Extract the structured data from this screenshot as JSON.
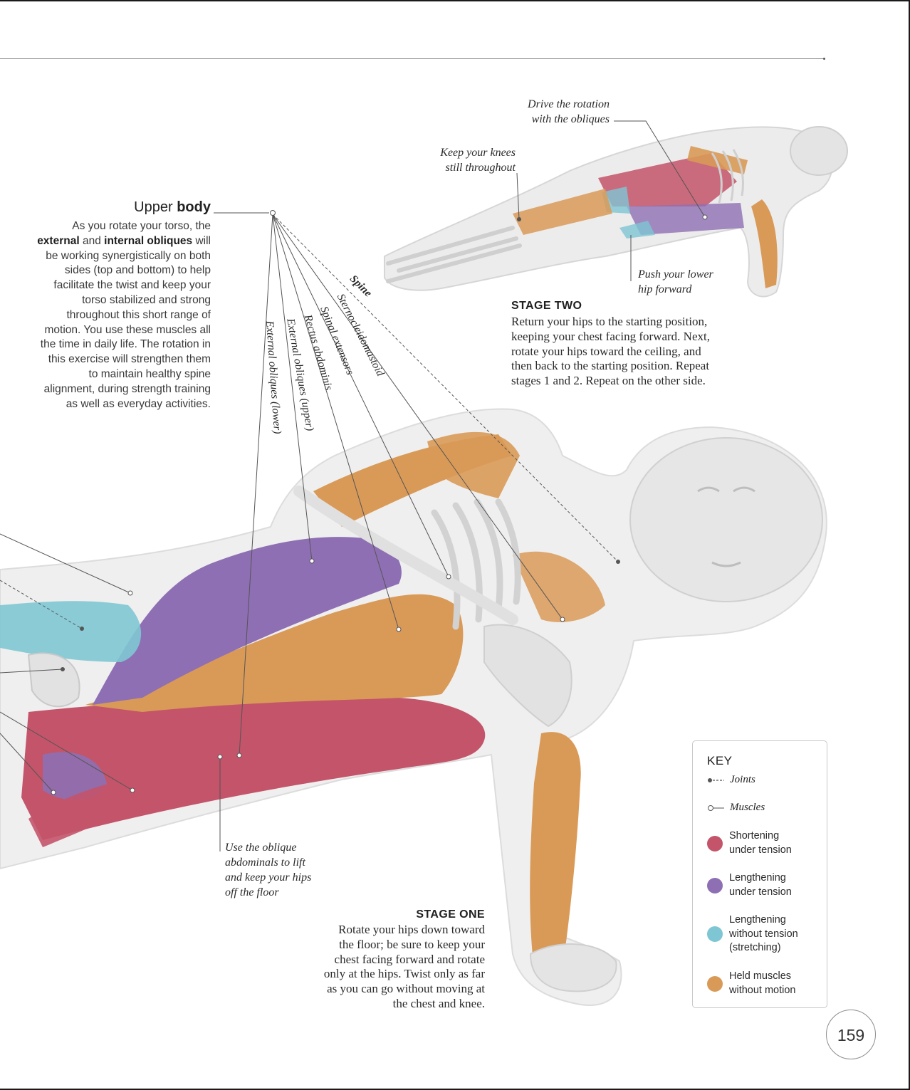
{
  "page": {
    "number": "159"
  },
  "upper_body": {
    "title_light": "Upper",
    "title_bold": "body",
    "text_1": "As you rotate your torso, the",
    "text_bold_1": "external",
    "text_2": "and",
    "text_bold_2": "internal obliques",
    "text_3": "will be working synergistically on both sides (top and bottom) to help facilitate the twist and keep your torso stabilized and strong throughout this short range of motion. You use these muscles all the time in daily life. The rotation in this exercise will strengthen them to maintain healthy spine alignment, during strength training as well as everyday activities."
  },
  "labels": {
    "drive_rotation": [
      "Drive the rotation",
      "with the obliques"
    ],
    "keep_knees": [
      "Keep your knees",
      "still throughout"
    ],
    "push_hip": [
      "Push your lower",
      "hip forward"
    ],
    "use_obliques": [
      "Use the oblique",
      "abdominals to lift",
      "and keep your hips",
      "off the floor"
    ],
    "spine": "Spine",
    "sternocleidomastoid": "Sternocleidomastoid",
    "spinal_extensors": "Spinal extensors",
    "rectus_abdominis": "Rectus abdominis",
    "external_obliques_upper": "External obliques (upper)",
    "external_obliques_lower": "External obliques (lower)"
  },
  "stage_two": {
    "title": "STAGE TWO",
    "lines": [
      "Return your hips to the starting position,",
      "keeping your chest facing forward. Next,",
      "rotate your hips toward the ceiling, and",
      "then back to the starting position. Repeat",
      "stages 1 and 2. Repeat on the other side."
    ]
  },
  "stage_one": {
    "title": "STAGE ONE",
    "lines": [
      "Rotate your hips down toward",
      "the floor; be sure to keep your",
      "chest facing forward and rotate",
      "only at the hips. Twist only as far",
      "as you can go without moving at",
      "the chest and knee."
    ]
  },
  "key": {
    "title": "KEY",
    "joints": "Joints",
    "muscles": "Muscles",
    "items": [
      {
        "line1": "Shortening",
        "line2": "under tension",
        "line3": "",
        "color": "#c4546a"
      },
      {
        "line1": "Lengthening",
        "line2": "under tension",
        "line3": "",
        "color": "#8e6fb3"
      },
      {
        "line1": "Lengthening",
        "line2": "without tension",
        "line3": "(stretching)",
        "color": "#7ec6d3"
      },
      {
        "line1": "Held muscles",
        "line2": "without motion",
        "line3": "",
        "color": "#d99a58"
      }
    ]
  }
}
